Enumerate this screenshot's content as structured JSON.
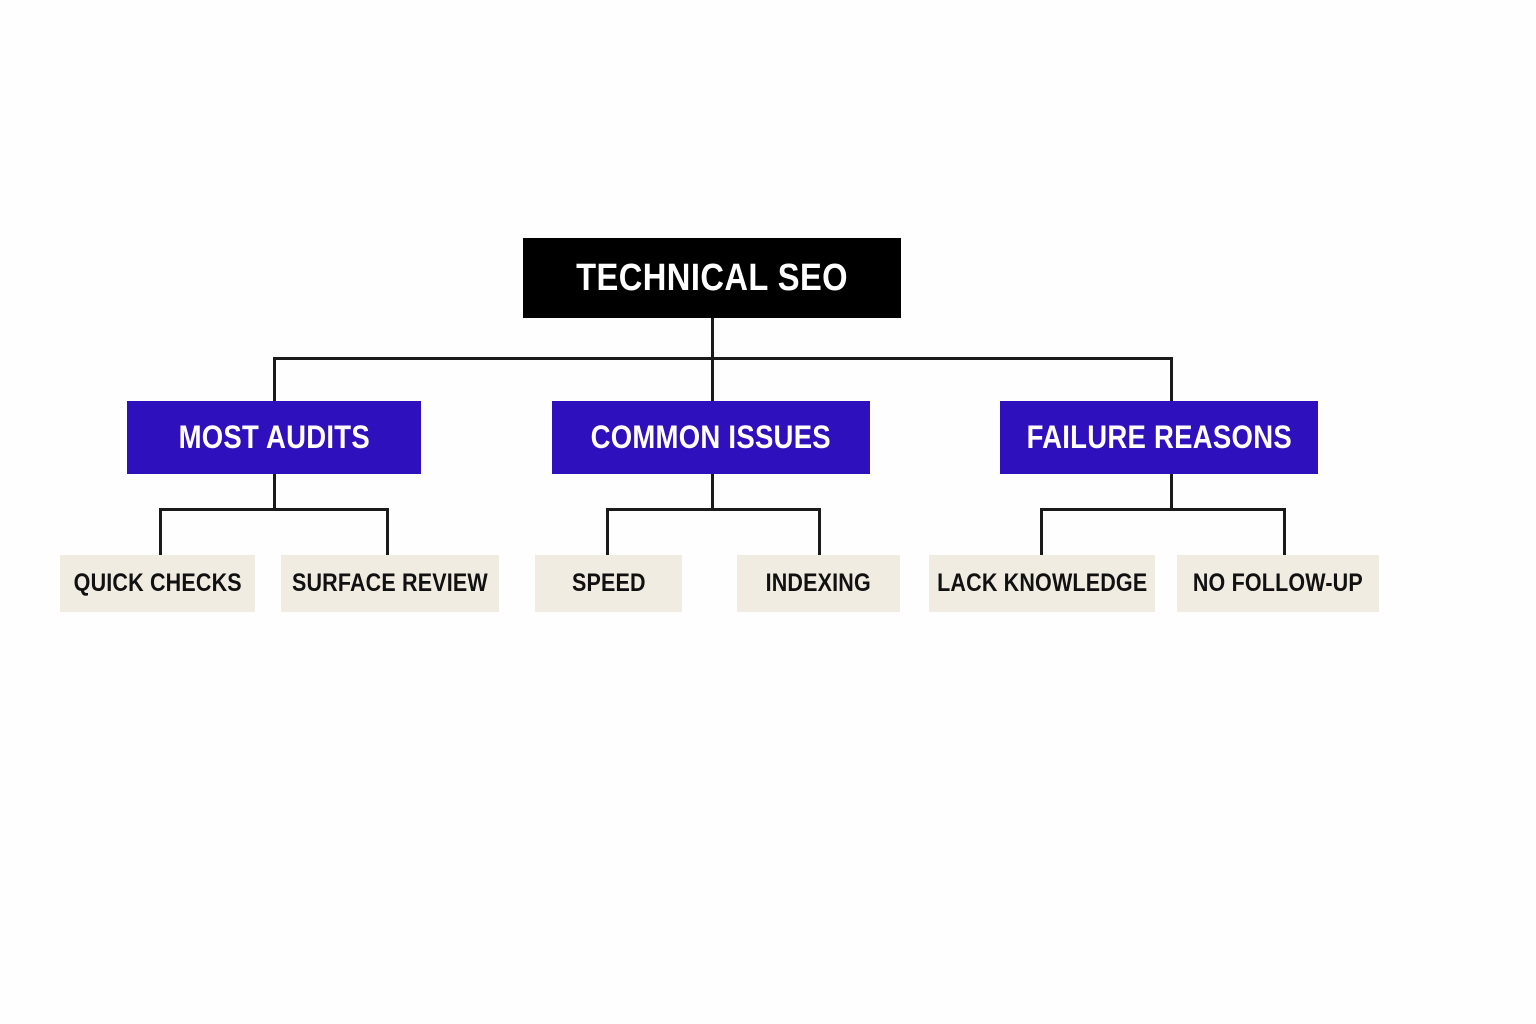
{
  "diagram": {
    "type": "org-chart",
    "colors": {
      "background": "#fefefe",
      "root_fill": "#000000",
      "root_text": "#ffffff",
      "category_fill": "#2e10bd",
      "category_text": "#ffffff",
      "leaf_fill": "#f1ece2",
      "leaf_text": "#111111",
      "connector": "#1a1a1a"
    },
    "root": {
      "label": "TECHNICAL SEO"
    },
    "categories": [
      {
        "label": "MOST AUDITS",
        "children": [
          {
            "label": "QUICK CHECKS"
          },
          {
            "label": "SURFACE REVIEW"
          }
        ]
      },
      {
        "label": "COMMON ISSUES",
        "children": [
          {
            "label": "SPEED"
          },
          {
            "label": "INDEXING"
          }
        ]
      },
      {
        "label": "FAILURE REASONS",
        "children": [
          {
            "label": "LACK KNOWLEDGE"
          },
          {
            "label": "NO FOLLOW-UP"
          }
        ]
      }
    ]
  }
}
